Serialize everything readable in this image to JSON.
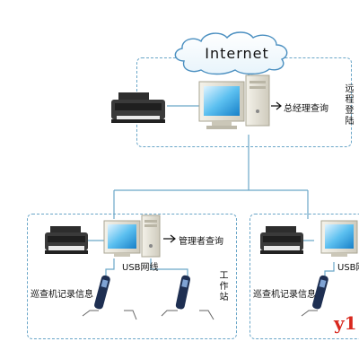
{
  "internet_label": "Internet",
  "head_office": {
    "query_label": "总经理查询",
    "remote_login_label": "远程登陆"
  },
  "branch_left": {
    "manager_query_label": "管理者查询",
    "usb_cable_label": "USB网线",
    "patrol_records_label": "巡查机记录信息",
    "workstation_label": "工作站"
  },
  "branch_right": {
    "usb_cable_label": "USB网",
    "patrol_records_label": "巡查机记录信息"
  },
  "watermark_text": "y1"
}
